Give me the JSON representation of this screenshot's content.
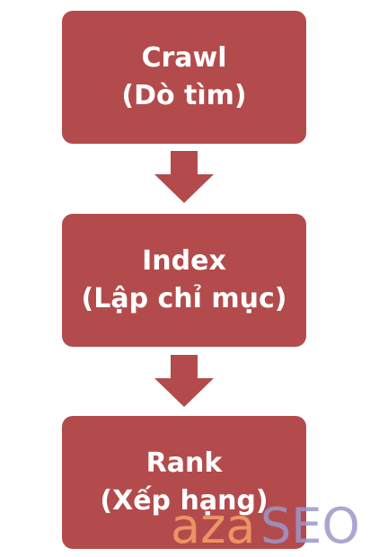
{
  "colors": {
    "box_fill": "#b34b4c",
    "arrow_fill": "#b34b4c",
    "text": "#ffffff",
    "watermark_orange": "#f6a06a",
    "watermark_purple": "#9c97c9"
  },
  "steps": [
    {
      "title": "Crawl",
      "subtitle": "(Dò tìm)"
    },
    {
      "title": "Index",
      "subtitle": "(Lập chỉ mục)"
    },
    {
      "title": "Rank",
      "subtitle": "(Xếp hạng)"
    }
  ],
  "watermark": {
    "part1": "aza",
    "part2": "SEO"
  }
}
